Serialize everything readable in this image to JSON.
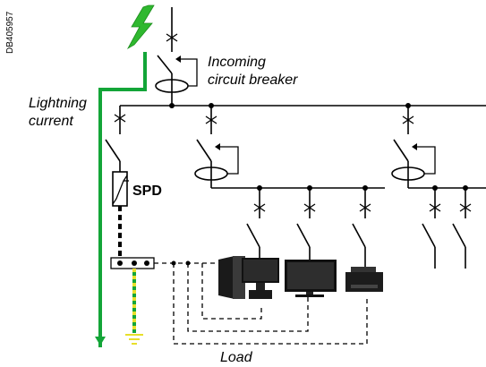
{
  "doc_ref": "DB405957",
  "labels": {
    "incoming_line1": "Incoming",
    "incoming_line2": "circuit breaker",
    "lightning_line1": "Lightning",
    "lightning_line2": "current",
    "spd": "SPD",
    "load": "Load"
  },
  "colors": {
    "lightning": "#2fb82f",
    "lightning_current": "#13a538",
    "earth_conductor": "#e8df2a",
    "conductor": "#000000"
  },
  "icons": [
    "lightning-bolt-icon",
    "desktop-computer-icon",
    "monitor-icon",
    "printer-icon",
    "earth-ground-icon"
  ]
}
